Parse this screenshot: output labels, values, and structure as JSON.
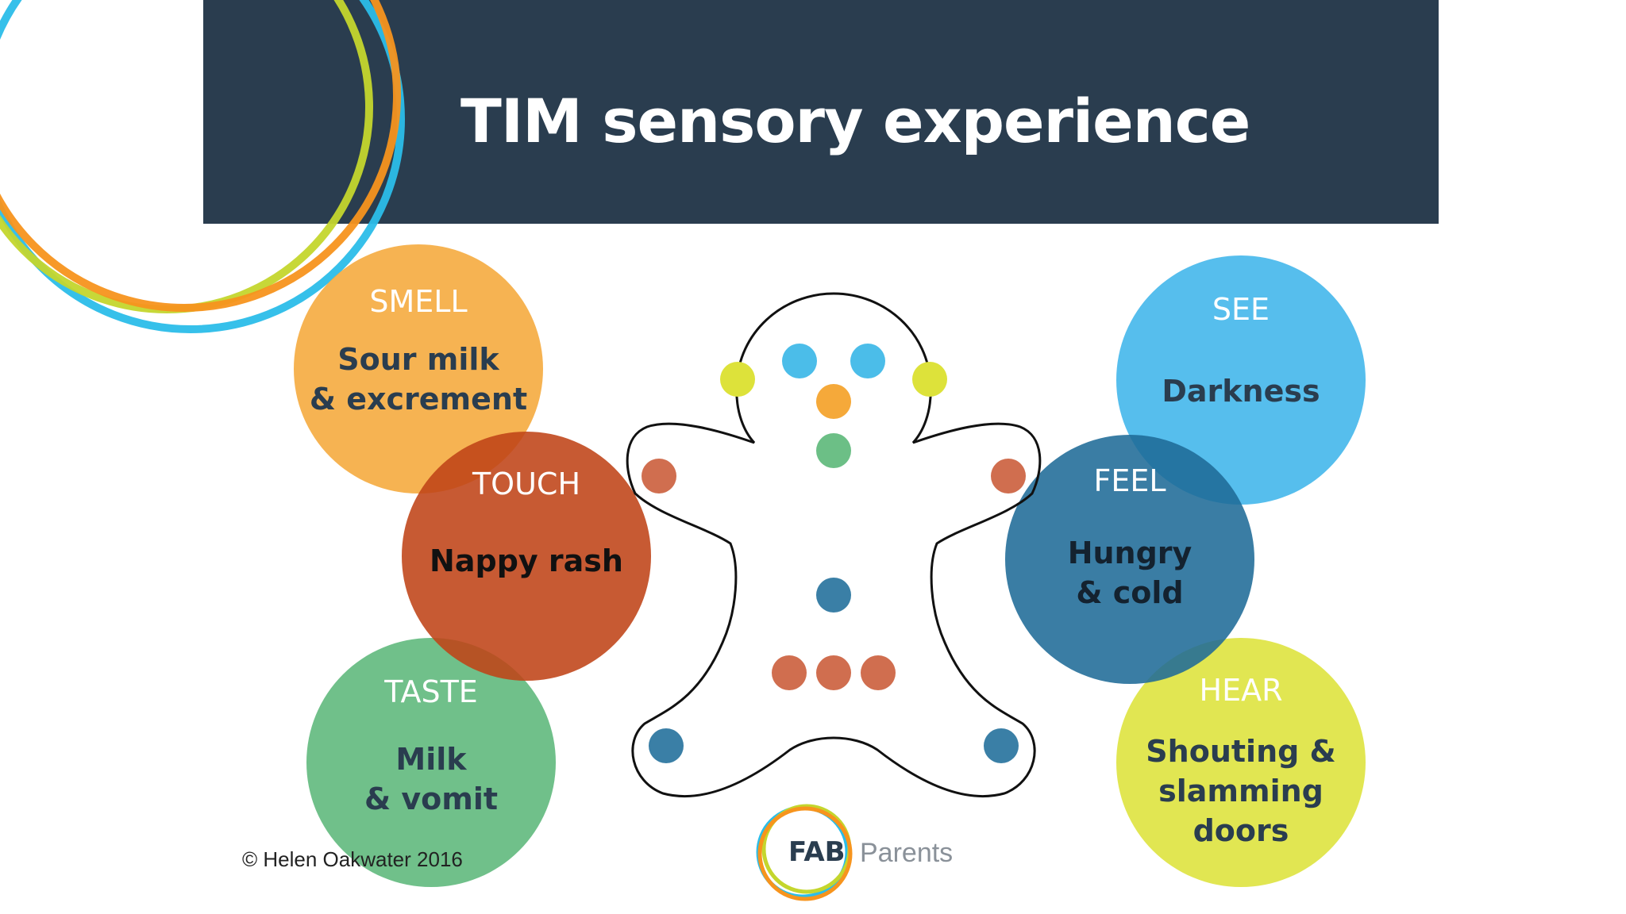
{
  "title": "TIM sensory experience",
  "colors": {
    "header_bg": "#2a3d4f",
    "smell": "#f5a93a",
    "touch": "#bf4317",
    "taste": "#5cb77a",
    "see": "#3fb5ea",
    "feel": "#1f6b97",
    "hear": "#dde23a",
    "ring_orange": "#f7941d",
    "ring_lime": "#c4d62d",
    "ring_blue": "#2bbde9"
  },
  "senses": {
    "smell": {
      "heading": "SMELL",
      "body": [
        "Sour milk",
        "& excrement"
      ]
    },
    "touch": {
      "heading": "TOUCH",
      "body": [
        "Nappy rash"
      ]
    },
    "taste": {
      "heading": "TASTE",
      "body": [
        "Milk",
        "& vomit"
      ]
    },
    "see": {
      "heading": "SEE",
      "body": [
        "Darkness"
      ]
    },
    "feel": {
      "heading": "FEEL",
      "body": [
        "Hungry",
        "& cold"
      ]
    },
    "hear": {
      "heading": "HEAR",
      "body": [
        "Shouting &",
        "slamming",
        "doors"
      ]
    }
  },
  "footer": {
    "copyright": "© Helen Oakwater 2016",
    "logo_fab": "FAB",
    "logo_parents": "Parents"
  }
}
